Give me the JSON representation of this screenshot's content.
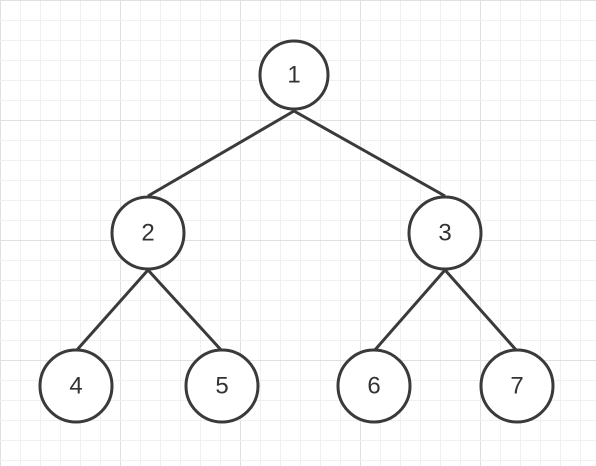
{
  "colors": {
    "grid_minor": "#f0f0f0",
    "grid_major": "#e0e0e0",
    "stroke": "#3a3a3a",
    "node_fill": "#ffffff",
    "text": "#333333"
  },
  "tree": {
    "nodes": [
      {
        "id": "n1",
        "label": "1"
      },
      {
        "id": "n2",
        "label": "2"
      },
      {
        "id": "n3",
        "label": "3"
      },
      {
        "id": "n4",
        "label": "4"
      },
      {
        "id": "n5",
        "label": "5"
      },
      {
        "id": "n6",
        "label": "6"
      },
      {
        "id": "n7",
        "label": "7"
      }
    ],
    "edges": [
      {
        "from": "n1",
        "to": "n2"
      },
      {
        "from": "n1",
        "to": "n3"
      },
      {
        "from": "n2",
        "to": "n4"
      },
      {
        "from": "n2",
        "to": "n5"
      },
      {
        "from": "n3",
        "to": "n6"
      },
      {
        "from": "n3",
        "to": "n7"
      }
    ]
  }
}
